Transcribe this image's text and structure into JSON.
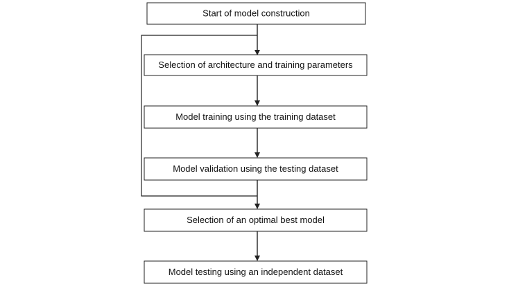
{
  "diagram": {
    "steps": [
      {
        "id": "start",
        "label": "Start of model construction"
      },
      {
        "id": "select-arch",
        "label": "Selection of architecture and training parameters"
      },
      {
        "id": "train",
        "label": "Model training using the training dataset"
      },
      {
        "id": "validate",
        "label": "Model validation using the testing dataset"
      },
      {
        "id": "select-best",
        "label": "Selection of an optimal best model"
      },
      {
        "id": "test",
        "label": "Model testing using an independent dataset"
      }
    ],
    "edges": [
      {
        "from": "start",
        "to": "select-arch"
      },
      {
        "from": "select-arch",
        "to": "train"
      },
      {
        "from": "train",
        "to": "validate"
      },
      {
        "from": "validate",
        "to": "select-best"
      },
      {
        "from": "validate",
        "to": "select-arch",
        "kind": "feedback-loop"
      }
    ],
    "colors": {
      "stroke": "#222222",
      "box_fill": "#ffffff",
      "text": "#111111"
    }
  }
}
